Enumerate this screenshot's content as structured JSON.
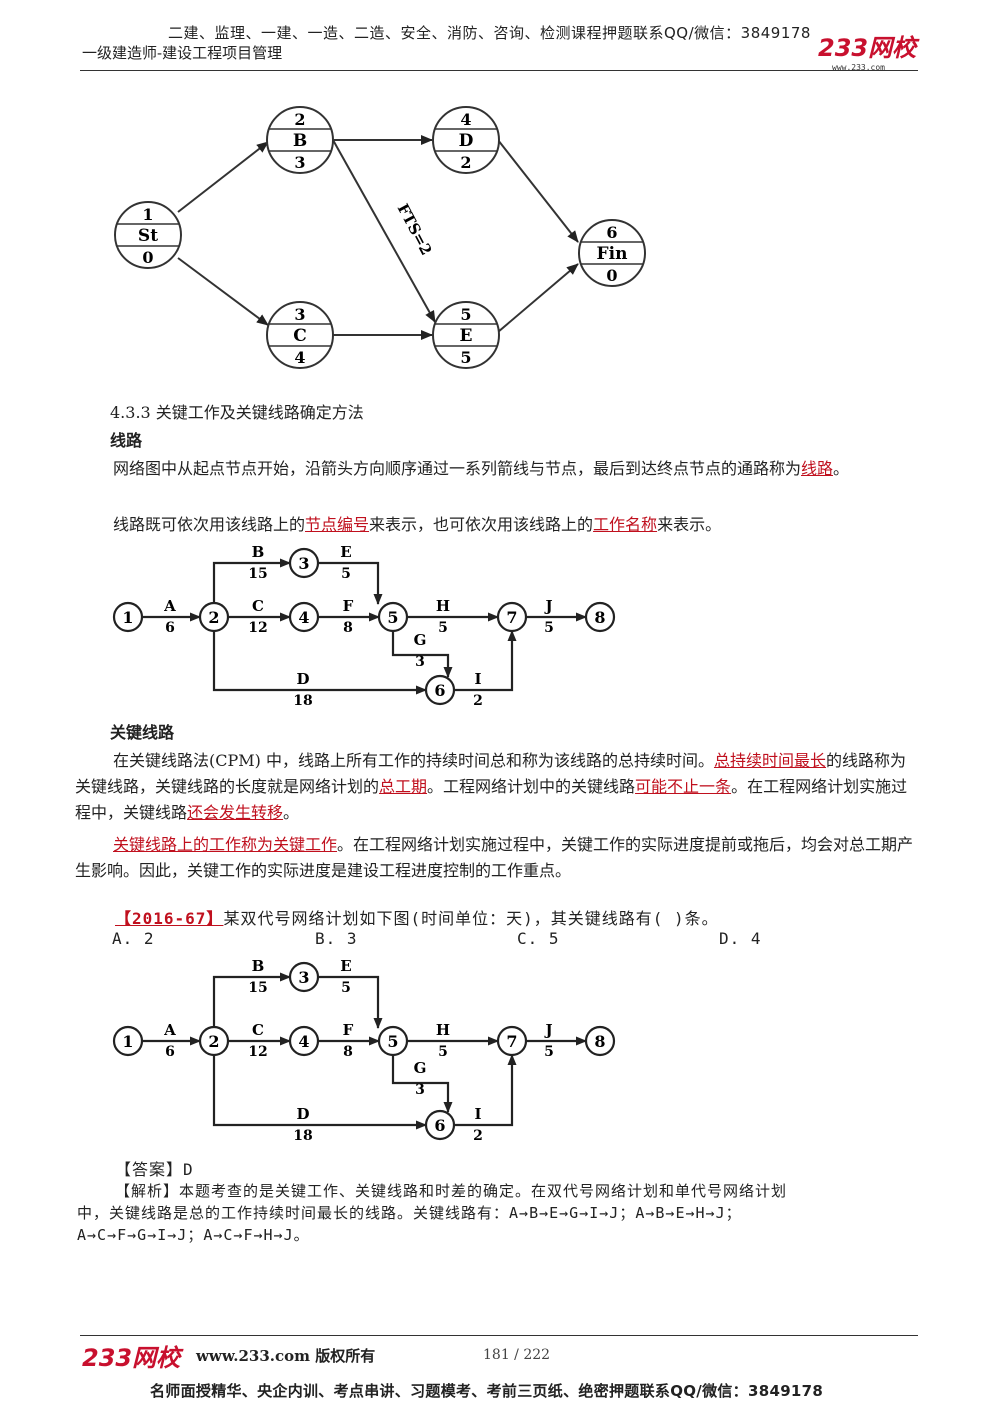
{
  "header": {
    "top_line": "二建、监理、一建、一造、二造、安全、消防、咨询、检测课程押题联系QQ/微信：3849178",
    "subtitle": "一级建造师-建设工程项目管理",
    "logo_text": "233网校",
    "logo_url": "www.233.com"
  },
  "diagram1": {
    "nodes": [
      {
        "id": "1",
        "name": "St",
        "dur": "0"
      },
      {
        "id": "2",
        "name": "B",
        "dur": "3"
      },
      {
        "id": "3",
        "name": "C",
        "dur": "4"
      },
      {
        "id": "4",
        "name": "D",
        "dur": "2"
      },
      {
        "id": "5",
        "name": "E",
        "dur": "5"
      },
      {
        "id": "6",
        "name": "Fin",
        "dur": "0"
      }
    ],
    "link_label": "FTS=2"
  },
  "section": {
    "heading": "4.3.3 关键工作及关键线路确定方法",
    "sub1": "线路",
    "p1_a": "网络图中从起点节点开始，沿箭头方向顺序通过一系列箭线与节点，最后到达终点节点的通路称为",
    "p1_u": "线路",
    "p1_b": "。",
    "p2_a": "线路既可依次用该线路上的",
    "p2_u1": "节点编号",
    "p2_b": "来表示，也可依次用该线路上的",
    "p2_u2": "工作名称",
    "p2_c": "来表示。",
    "sub2": "关键线路",
    "p3_a": "在关键线路法(CPM) 中，线路上所有工作的持续时间总和称为该线路的总持续时间。",
    "p3_u1": "总持续时间最长",
    "p3_b": "的线路称为关键线路，关键线路的长度就是网络计划的",
    "p3_u2": "总工期",
    "p3_c": "。工程网络计划中的关键线路",
    "p3_u3": "可能不止一条",
    "p3_d": "。在工程网络计划实施过程中，关键线路",
    "p3_u4": "还会发生转移",
    "p3_e": "。",
    "p4_u": "关键线路上的工作称为关键工作",
    "p4_a": "。在工程网络计划实施过程中，关键工作的实际进度提前或拖后，均会对总工期产生影响。因此，关键工作的实际进度是建设工程进度控制的工作重点。"
  },
  "network": {
    "nodes": [
      "1",
      "2",
      "3",
      "4",
      "5",
      "6",
      "7",
      "8"
    ],
    "activities": [
      {
        "name": "A",
        "dur": "6"
      },
      {
        "name": "B",
        "dur": "15"
      },
      {
        "name": "C",
        "dur": "12"
      },
      {
        "name": "D",
        "dur": "18"
      },
      {
        "name": "E",
        "dur": "5"
      },
      {
        "name": "F",
        "dur": "8"
      },
      {
        "name": "G",
        "dur": "3"
      },
      {
        "name": "H",
        "dur": "5"
      },
      {
        "name": "I",
        "dur": "2"
      },
      {
        "name": "J",
        "dur": "5"
      }
    ]
  },
  "question": {
    "tag": "【2016-67】",
    "text": "某双代号网络计划如下图(时间单位：天)，其关键线路有(    )条。",
    "options": [
      "A. 2",
      "B. 3",
      "C. 5",
      "D. 4"
    ],
    "answer_label": "【答案】",
    "answer": "D",
    "analysis_label": "【解析】",
    "analysis_1": "本题考查的是关键工作、关键线路和时差的确定。在双代号网络计划和单代号网络计划",
    "analysis_2": "中，关键线路是总的工作持续时间最长的线路。关键线路有：A→B→E→G→I→J；A→B→E→H→J；",
    "analysis_3": "A→C→F→G→I→J；A→C→F→H→J。"
  },
  "footer": {
    "logo_text": "233网校",
    "site": "www.233.com 版权所有",
    "page": "181 / 222",
    "bottom_line": "名师面授精华、央企内训、考点串讲、习题模考、考前三页纸、绝密押题联系QQ/微信：3849178"
  }
}
